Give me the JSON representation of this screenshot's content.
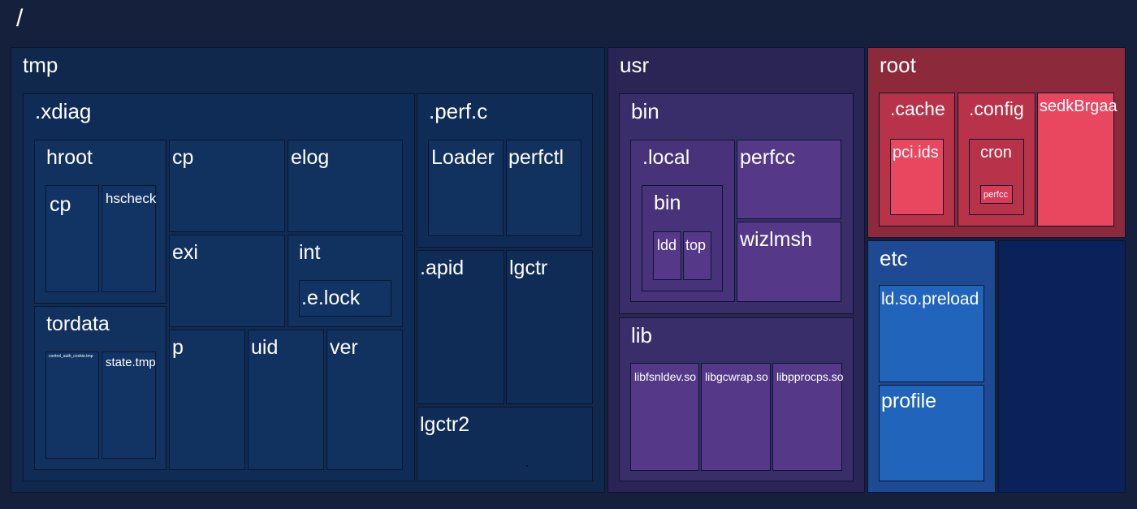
{
  "root": {
    "label": "/"
  },
  "tmp": {
    "label": "tmp",
    "xdiag": {
      "label": ".xdiag",
      "hroot": {
        "label": "hroot",
        "cp": "cp",
        "hscheck": "hscheck"
      },
      "tordata": {
        "label": "tordata",
        "control_auth_cookie": "control_auth_cookie.tmp",
        "state_tmp": "state.tmp"
      },
      "cp": "cp",
      "elog": "elog",
      "exi": "exi",
      "int": {
        "label": "int",
        "elock": ".e.lock"
      },
      "p": "p",
      "uid": "uid",
      "ver": "ver"
    },
    "perfc": {
      "label": ".perf.c",
      "loader": "Loader",
      "perfctl": "perfctl"
    },
    "apid": ".apid",
    "lgctr": "lgctr",
    "lgctr2": "lgctr2"
  },
  "usr": {
    "label": "usr",
    "bin": {
      "label": "bin",
      "local": {
        "label": ".local",
        "bin": {
          "label": "bin",
          "ldd": "ldd",
          "top": "top"
        }
      },
      "perfcc": "perfcc",
      "wizlmsh": "wizlmsh"
    },
    "lib": {
      "label": "lib",
      "libfsnldev": "libfsnldev.so",
      "libgcwrap": "libgcwrap.so",
      "libpprocps": "libpprocps.so"
    }
  },
  "root_dir": {
    "label": "root",
    "cache": {
      "label": ".cache",
      "pci_ids": "pci.ids"
    },
    "config": {
      "label": ".config",
      "cron": {
        "label": "cron",
        "perfcc": "perfcc"
      }
    },
    "sedkbrgaa": "sedkBrgaa"
  },
  "etc": {
    "label": "etc",
    "ld_so_preload": "ld.so.preload",
    "profile": "profile"
  }
}
